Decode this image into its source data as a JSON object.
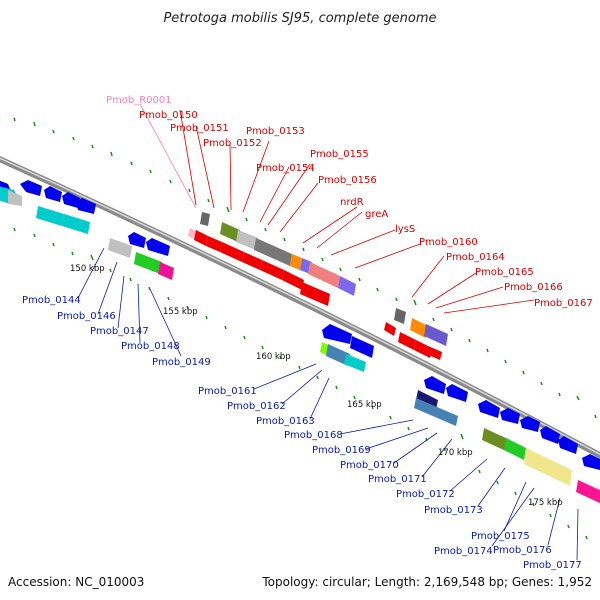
{
  "title": "Petrotoga mobilis SJ95, complete genome",
  "footer": {
    "accession": "Accession: NC_010003",
    "topology": "Topology: circular; Length: 2,169,548 bp; Genes: 1,952"
  },
  "scale_labels": [
    "150 kbp",
    "155 kbp",
    "160 kbp",
    "165 kbp",
    "170 kbp",
    "175 kbp"
  ],
  "colors": {
    "forward_label": "#d40000",
    "reverse_label": "#0a1aa6",
    "rna_label": "#ee82c8",
    "backbone": "#9a9a9a",
    "tick": "#1a8c1a"
  },
  "labels_forward": [
    "Pmob_R0001",
    "Pmob_0150",
    "Pmob_0151",
    "Pmob_0152",
    "Pmob_0153",
    "Pmob_0154",
    "Pmob_0155",
    "Pmob_0156",
    "nrdR",
    "greA",
    "lysS",
    "Pmob_0160",
    "Pmob_0164",
    "Pmob_0165",
    "Pmob_0166",
    "Pmob_0167"
  ],
  "labels_reverse": [
    "Pmob_0144",
    "Pmob_0146",
    "Pmob_0147",
    "Pmob_0148",
    "Pmob_0149",
    "Pmob_0161",
    "Pmob_0162",
    "Pmob_0163",
    "Pmob_0168",
    "Pmob_0169",
    "Pmob_0170",
    "Pmob_0171",
    "Pmob_0172",
    "Pmob_0173",
    "Pmob_0175",
    "Pmob_0174",
    "Pmob_0176",
    "Pmob_0177"
  ]
}
